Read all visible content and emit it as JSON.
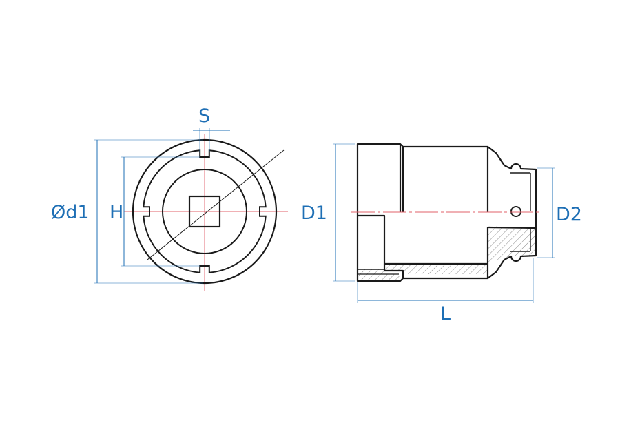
{
  "colors": {
    "outline": "#1a1a1a",
    "dimension": "#1e6fb5",
    "centerline": "#e0606a",
    "hatch": "#8a8a8a",
    "background": "#ffffff"
  },
  "labels": {
    "s": "S",
    "d1": "Ød1",
    "h": "H",
    "D1": "D1",
    "D2": "D2",
    "L": "L"
  }
}
